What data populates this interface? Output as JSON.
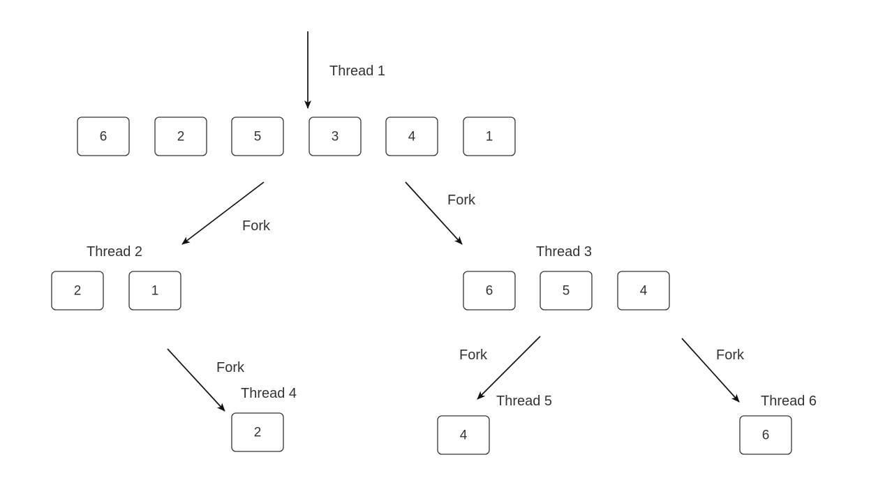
{
  "diagram": {
    "groups": [
      {
        "id": "root",
        "thread_label": "Thread 1",
        "values": [
          "6",
          "2",
          "5",
          "3",
          "4",
          "1"
        ]
      },
      {
        "id": "left",
        "thread_label": "Thread 2",
        "values": [
          "2",
          "1"
        ]
      },
      {
        "id": "right",
        "thread_label": "Thread 3",
        "values": [
          "6",
          "5",
          "4"
        ]
      },
      {
        "id": "left_child",
        "thread_label": "Thread 4",
        "values": [
          "2"
        ]
      },
      {
        "id": "right_left_child",
        "thread_label": "Thread 5",
        "values": [
          "4"
        ]
      },
      {
        "id": "right_right_child",
        "thread_label": "Thread 6",
        "values": [
          "6"
        ]
      }
    ],
    "edges": [
      {
        "from": "root",
        "to": "left",
        "label": "Fork"
      },
      {
        "from": "root",
        "to": "right",
        "label": "Fork"
      },
      {
        "from": "left",
        "to": "left_child",
        "label": "Fork"
      },
      {
        "from": "right",
        "to": "right_left_child",
        "label": "Fork"
      },
      {
        "from": "right",
        "to": "right_right_child",
        "label": "Fork"
      }
    ]
  }
}
